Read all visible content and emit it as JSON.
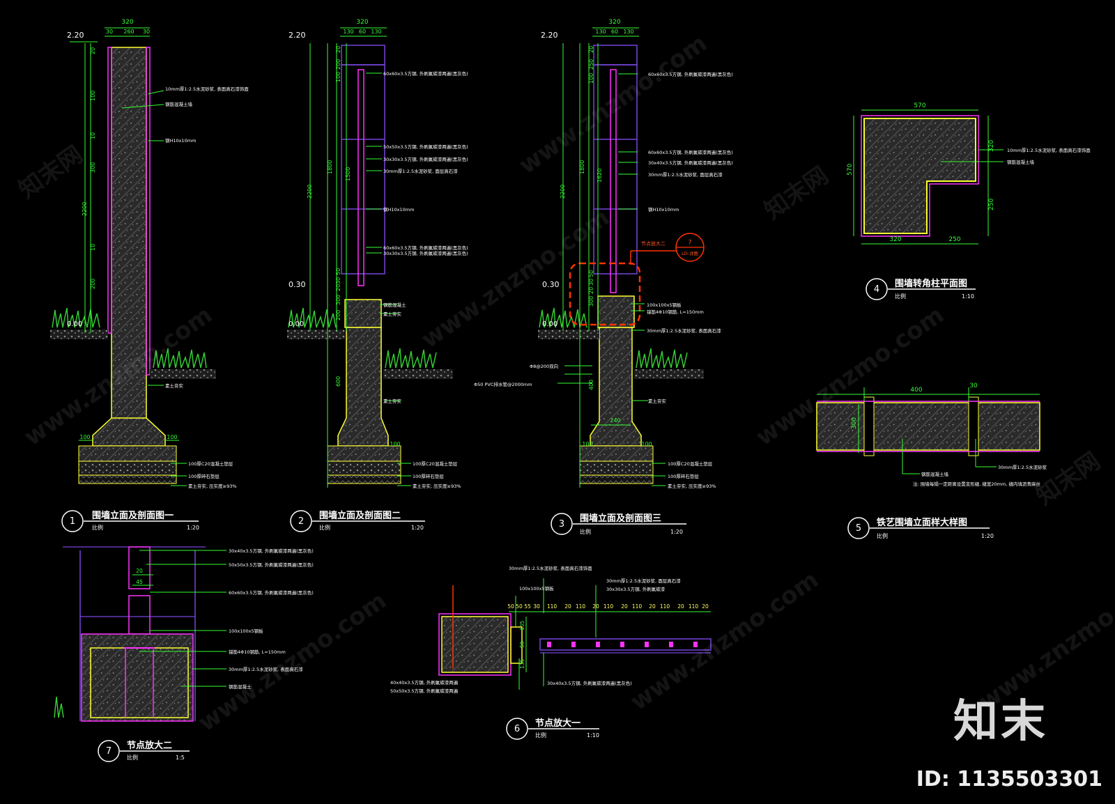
{
  "colors": {
    "background": "#000000",
    "concrete_outline": "#ffff33",
    "finish_layer": "#ff33ff",
    "dimension": "#33ff33",
    "steel_frame": "#7744dd",
    "callout": "#ff3300",
    "grass": "#33cc33",
    "text": "#ffffff"
  },
  "watermark": {
    "brand_cn": "知末网",
    "domain": "www.znzmo.com"
  },
  "logo": "知末",
  "id_label": "ID: 1135503301",
  "sections": [
    {
      "number": "1",
      "title": "围墙立面及剖面图一",
      "sub": "比例",
      "scale": "1:20",
      "elev_top": "2.20",
      "elev_ground": "0.00",
      "dims": {
        "top_total": "320",
        "top_parts": [
          "30",
          "260",
          "30"
        ],
        "vertical": [
          "20",
          "100",
          "10",
          "300",
          "10",
          "200"
        ],
        "overall": "2200",
        "base_side": "100"
      },
      "notes": [
        "10mm厚1:2.5水泥砂浆, 表面真石漆饰面",
        "钢筋混凝土墙",
        "钢H10x10mm",
        "素土夯实",
        "100厚C20混凝土垫层",
        "100厚碎石垫层",
        "素土夯实, 压实度≥93%"
      ]
    },
    {
      "number": "2",
      "title": "围墙立面及剖面图二",
      "sub": "比例",
      "scale": "1:20",
      "elev_top": "2.20",
      "elev_mid": "0.30",
      "elev_ground": "0.00",
      "dims": {
        "top_total": "320",
        "top_parts": [
          "130",
          "60",
          "130"
        ],
        "vertical": [
          "20",
          "200",
          "100",
          "1800",
          "1500",
          "50",
          "30",
          "20",
          "300",
          "200",
          "600"
        ],
        "overall": "2200",
        "base_side": "100"
      },
      "notes": [
        "60x60x3.5方钢, 外刷氟碳漆两遍(黑灰色)",
        "50x50x3.5方钢, 外刷氟碳漆两遍(黑灰色)",
        "30x30x3.5方钢, 外刷氟碳漆两遍(黑灰色)",
        "30mm厚1:2.5水泥砂浆, 面层真石漆",
        "钢H10x10mm",
        "60x60x3.5方钢, 外刷氟碳漆两遍(黑灰色)",
        "30x30x3.5方钢, 外刷氟碳漆两遍(黑灰色)",
        "钢筋混凝土",
        "素土夯实",
        "100厚C20混凝土垫层",
        "100厚碎石垫层",
        "素土夯实, 压实度≥93%"
      ]
    },
    {
      "number": "3",
      "title": "围墙立面及剖面图三",
      "sub": "比例",
      "scale": "1:20",
      "elev_top": "2.20",
      "elev_mid": "0.30",
      "elev_ground": "0.00",
      "dims": {
        "top_total": "320",
        "top_parts": [
          "130",
          "60",
          "130"
        ],
        "vertical": [
          "20",
          "250",
          "100",
          "1800",
          "1620",
          "50",
          "30",
          "20",
          "300",
          "400"
        ],
        "overall": "2200",
        "base_side": "100",
        "base_width": "240"
      },
      "callout": {
        "label": "节点放大二",
        "num": "7",
        "ref": "LD-详图"
      },
      "notes": [
        "60x60x3.5方钢, 外刷氟碳漆两遍(黑灰色)",
        "60x60x3.5方钢, 外刷氟碳漆两遍(黑灰色)",
        "30x40x3.5方钢, 外刷氟碳漆两遍(黑灰色)",
        "30mm厚1:2.5水泥砂浆, 面层真石漆",
        "钢H10x10mm",
        "100x100x5钢板",
        "锚筋4Φ10钢筋, L=150mm",
        "30mm厚1:2.5水泥砂浆, 表面真石漆",
        "Φ8@200双向",
        "Φ50 PVC排水管@2000mm",
        "素土夯实",
        "100厚C20混凝土垫层",
        "100厚碎石垫层",
        "素土夯实, 压实度≥93%"
      ]
    },
    {
      "number": "4",
      "title": "围墙转角柱平面图",
      "sub": "比例",
      "scale": "1:10",
      "dims": {
        "top": "570",
        "left": "570",
        "right_a": "320",
        "right_b": "250",
        "bottom_a": "320",
        "bottom_b": "250"
      },
      "notes": [
        "10mm厚1:2.5水泥砂浆, 表面真石漆饰面",
        "钢筋混凝土墙"
      ]
    },
    {
      "number": "5",
      "title": "铁艺围墙立面样大样图",
      "sub": "比例",
      "scale": "1:20",
      "dims": {
        "top_a": "400",
        "top_b": "30",
        "side": "300"
      },
      "notes": [
        "钢筋混凝土墙",
        "30mm厚1:2.5水泥砂浆",
        "注: 围墙每隔一定距离设置变形缝, 缝宽20mm, 缝内填沥青麻丝"
      ]
    },
    {
      "number": "6",
      "title": "节点放大一",
      "sub": "比例",
      "scale": "1:10",
      "dims": {
        "top_chain": [
          "50",
          "50",
          "55",
          "30",
          "110",
          "20",
          "110",
          "20",
          "110",
          "20",
          "110",
          "20",
          "110",
          "20",
          "110",
          "20"
        ],
        "side": [
          "135",
          "50",
          "135"
        ]
      },
      "notes": [
        "30mm厚1:2.5水泥砂浆, 表面真石漆饰面",
        "100x100x5钢板",
        "30mm厚1:2.5水泥砂浆, 面层真石漆",
        "30x30x3.5方钢, 外刷氟碳漆",
        "40x40x3.5方钢, 外刷氟碳漆两遍",
        "50x50x3.5方钢, 外刷氟碳漆两遍",
        "30x40x3.5方钢, 外刷氟碳漆两遍(黑灰色)"
      ]
    },
    {
      "number": "7",
      "title": "节点放大二",
      "sub": "比例",
      "scale": "1:5",
      "dims": {
        "a": "20",
        "b": "45"
      },
      "notes": [
        "30x40x3.5方钢, 外刷氟碳漆两遍(黑灰色)",
        "50x50x3.5方钢, 外刷氟碳漆两遍(黑灰色)",
        "60x60x3.5方钢, 外刷氟碳漆两遍(黑灰色)",
        "100x100x5钢板",
        "锚筋4Φ10钢筋, L=150mm",
        "30mm厚1:2.5水泥砂浆, 表面真石漆",
        "钢筋混凝土"
      ]
    }
  ]
}
